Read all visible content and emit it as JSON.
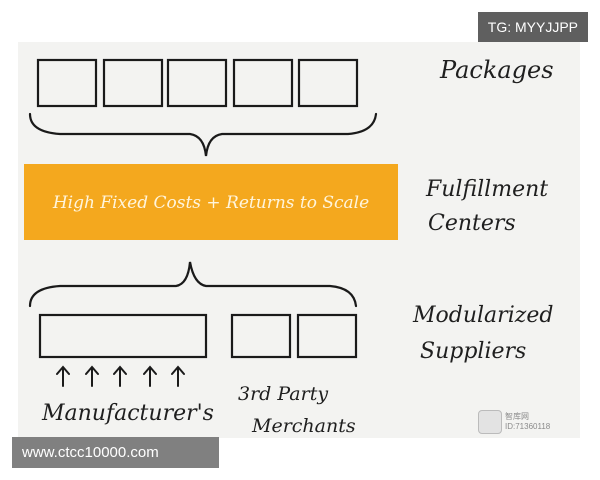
{
  "labels": {
    "packages": "Packages",
    "fulfillment_line1": "Fulfillment",
    "fulfillment_line2": "Centers",
    "modularized_line1": "Modularized",
    "modularized_line2": "Suppliers",
    "manufacturers": "Manufacturer's",
    "third_party_line1": "3rd Party",
    "third_party_line2": "Merchants"
  },
  "banner": {
    "text": "High Fixed Costs + Returns to Scale",
    "color": "#f4a81e"
  },
  "watermarks": {
    "telegram": "TG: MYYJJPP",
    "website": "www.ctcc10000.com",
    "id_line1": "智库网",
    "id_line2": "ID:71360118"
  }
}
